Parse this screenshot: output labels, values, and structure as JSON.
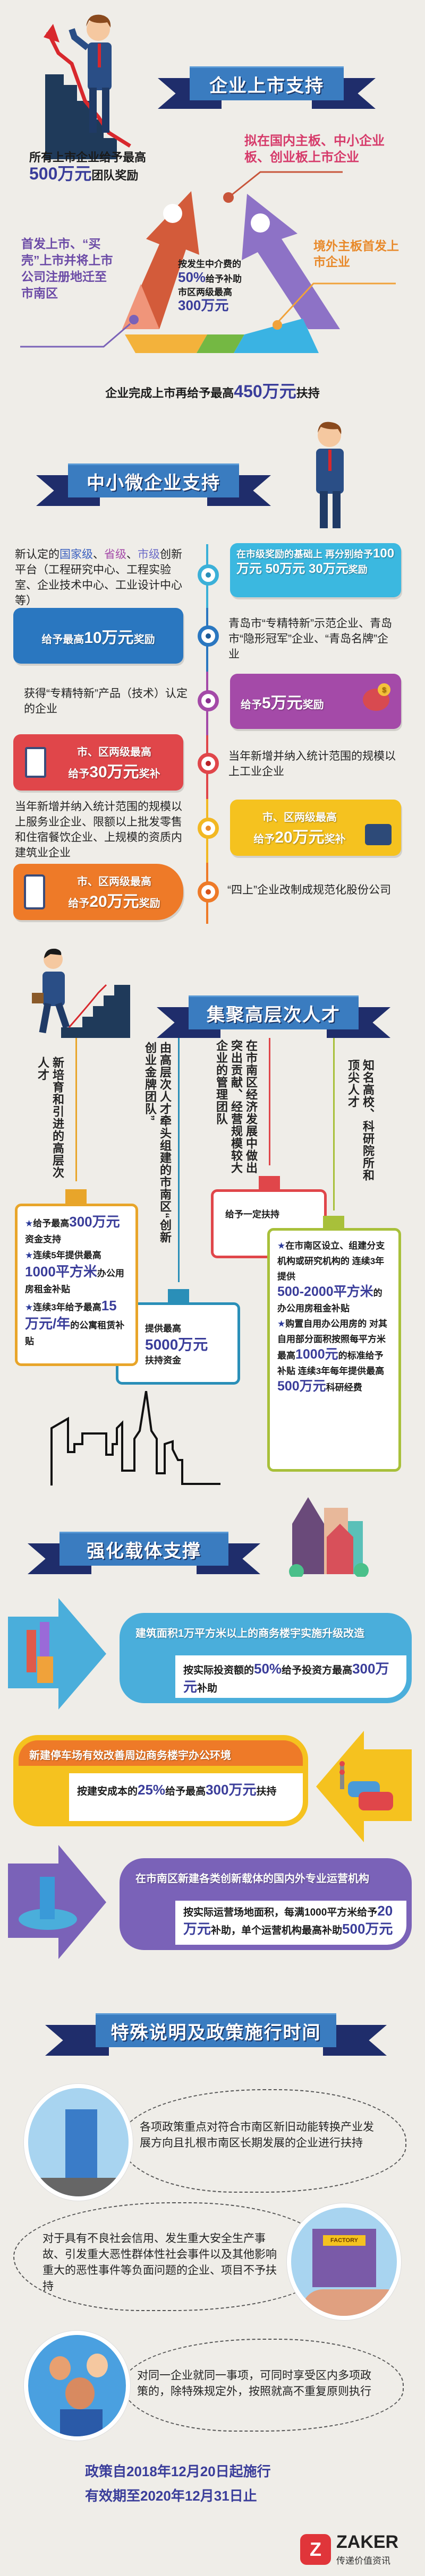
{
  "s1": {
    "title": "企业上市支持",
    "team": [
      "所有上市企业给予最高",
      "500万元",
      "团队奖励"
    ],
    "domestic": "拟在国内主板、中小企业板、创业板上市企业",
    "relocate": "首发上市、“买壳”上市并将上市公司注册地迁至市南区",
    "agency": [
      "按发生中介费的",
      "50%",
      "给予补助",
      "市区两级最高",
      "300万元"
    ],
    "overseas": "境外主板首发上市企业",
    "after": [
      "企业完成上市再给予最高",
      "450万元",
      "扶持"
    ]
  },
  "s2": {
    "title": "中小微企业支持",
    "rows": [
      {
        "condition": [
          "新认定的",
          "国家级",
          "、",
          "省级",
          "、",
          "市级",
          "创新平台（工程研究中心、工程实验室、企业技术中心、工业设计中心等）"
        ],
        "reward": [
          "在市级奖励的基础上 再分别给予",
          "100万元 50万元 30万元",
          "奖励"
        ]
      },
      {
        "condition": "青岛市“专精特新”示范企业、青岛市“隐形冠军”企业、“青岛名牌”企业",
        "reward": [
          "给予最高",
          "10万元",
          "奖励"
        ]
      },
      {
        "condition": "获得“专精特新”产品（技术）认定的企业",
        "reward": [
          "给予",
          "5万元",
          "奖励"
        ]
      },
      {
        "condition": "当年新增并纳入统计范围的规模以上工业企业",
        "reward": [
          "市、区两级最高",
          "给予",
          "30万元",
          "奖补"
        ]
      },
      {
        "condition": "当年新增并纳入统计范围的规模以上服务业企业、限额以上批发零售和住宿餐饮企业、上规模的资质内建筑业企业",
        "reward": [
          "市、区两级最高",
          "给予",
          "20万元",
          "奖补"
        ]
      },
      {
        "condition": "“四上”企业改制成规范化股份公司",
        "reward": [
          "市、区两级最高",
          "给予",
          "20万元",
          "奖励"
        ]
      }
    ]
  },
  "s3": {
    "title": "集聚高层次人才",
    "targets": [
      "新培育和引进的高层次人才",
      "由高层次人才牵头组建的市南区“创新创业金牌团队”",
      "在市南区经济发展中做出突出贡献、经营规模较大企业的管理团队",
      "知名高校、科研院所和顶尖人才"
    ],
    "card1": [
      "★",
      "给予最高",
      "300万元",
      "资金支持",
      "★",
      "连续5年提供最高",
      "1000平方米",
      "办公用房租金补贴",
      "★",
      "连续3年给予最高",
      "15万元/年",
      "的公寓租赁补贴"
    ],
    "card2": [
      "提供最高",
      "5000万元",
      "扶持资金"
    ],
    "card3": "给予一定扶持",
    "card4": [
      "★",
      "在市南区设立、组建分支机构或研究机构的 连续3年提供",
      "500-2000平方米",
      "的办公用房租金补贴",
      "★",
      "购置自用办公用房的 对其自用部分面积按照每平方米最高",
      "1000元",
      "的标准给予补贴 连续3年每年提供最高",
      "500万元",
      "科研经费"
    ]
  },
  "s4": {
    "title": "强化载体支撑",
    "items": [
      {
        "head": "建筑面积1万平方米以上的商务楼宇实施升级改造",
        "body": [
          "按实际投资额的",
          "50%",
          "给予投资方最高",
          "300万元",
          "补助"
        ]
      },
      {
        "head": "新建停车场有效改善周边商务楼宇办公环境",
        "body": [
          "按建安成本的",
          "25%",
          "给予最高",
          "300万元",
          "扶持"
        ]
      },
      {
        "head": "在市南区新建各类创新载体的国内外专业运营机构",
        "body": [
          "按实际运营场地面积，每满1000平方米给予",
          "20万元",
          "补助，单个运营机构最高补助",
          "500万元"
        ]
      }
    ]
  },
  "s5": {
    "title": "特殊说明及政策施行时间",
    "notes": [
      "各项政策重点对符合市南区新旧动能转换产业发展方向且扎根市南区长期发展的企业进行扶持",
      "对于具有不良社会信用、发生重大安全生产事故、引发重大恶性群体性社会事件以及其他影响重大的恶性事件等负面问题的企业、项目不予扶持",
      "对同一企业就同一事项，可同时享受区内多项政策的，除特殊规定外，按照就高不重复原则执行"
    ],
    "factory_sign": "FACTORY",
    "dates": [
      "政策自2018年12月20日起施行",
      "有效期至2020年12月31日止"
    ]
  },
  "logo": {
    "name": "ZAKER",
    "slogan": "传递价值资讯",
    "mark": "Z"
  },
  "colors": {
    "navy": "#1f2d6b",
    "banner": "#3a7cc0",
    "number": "#3a3d9a",
    "pink": "#d63a6a",
    "purple": "#6b4aa6",
    "orange": "#e8892a"
  }
}
